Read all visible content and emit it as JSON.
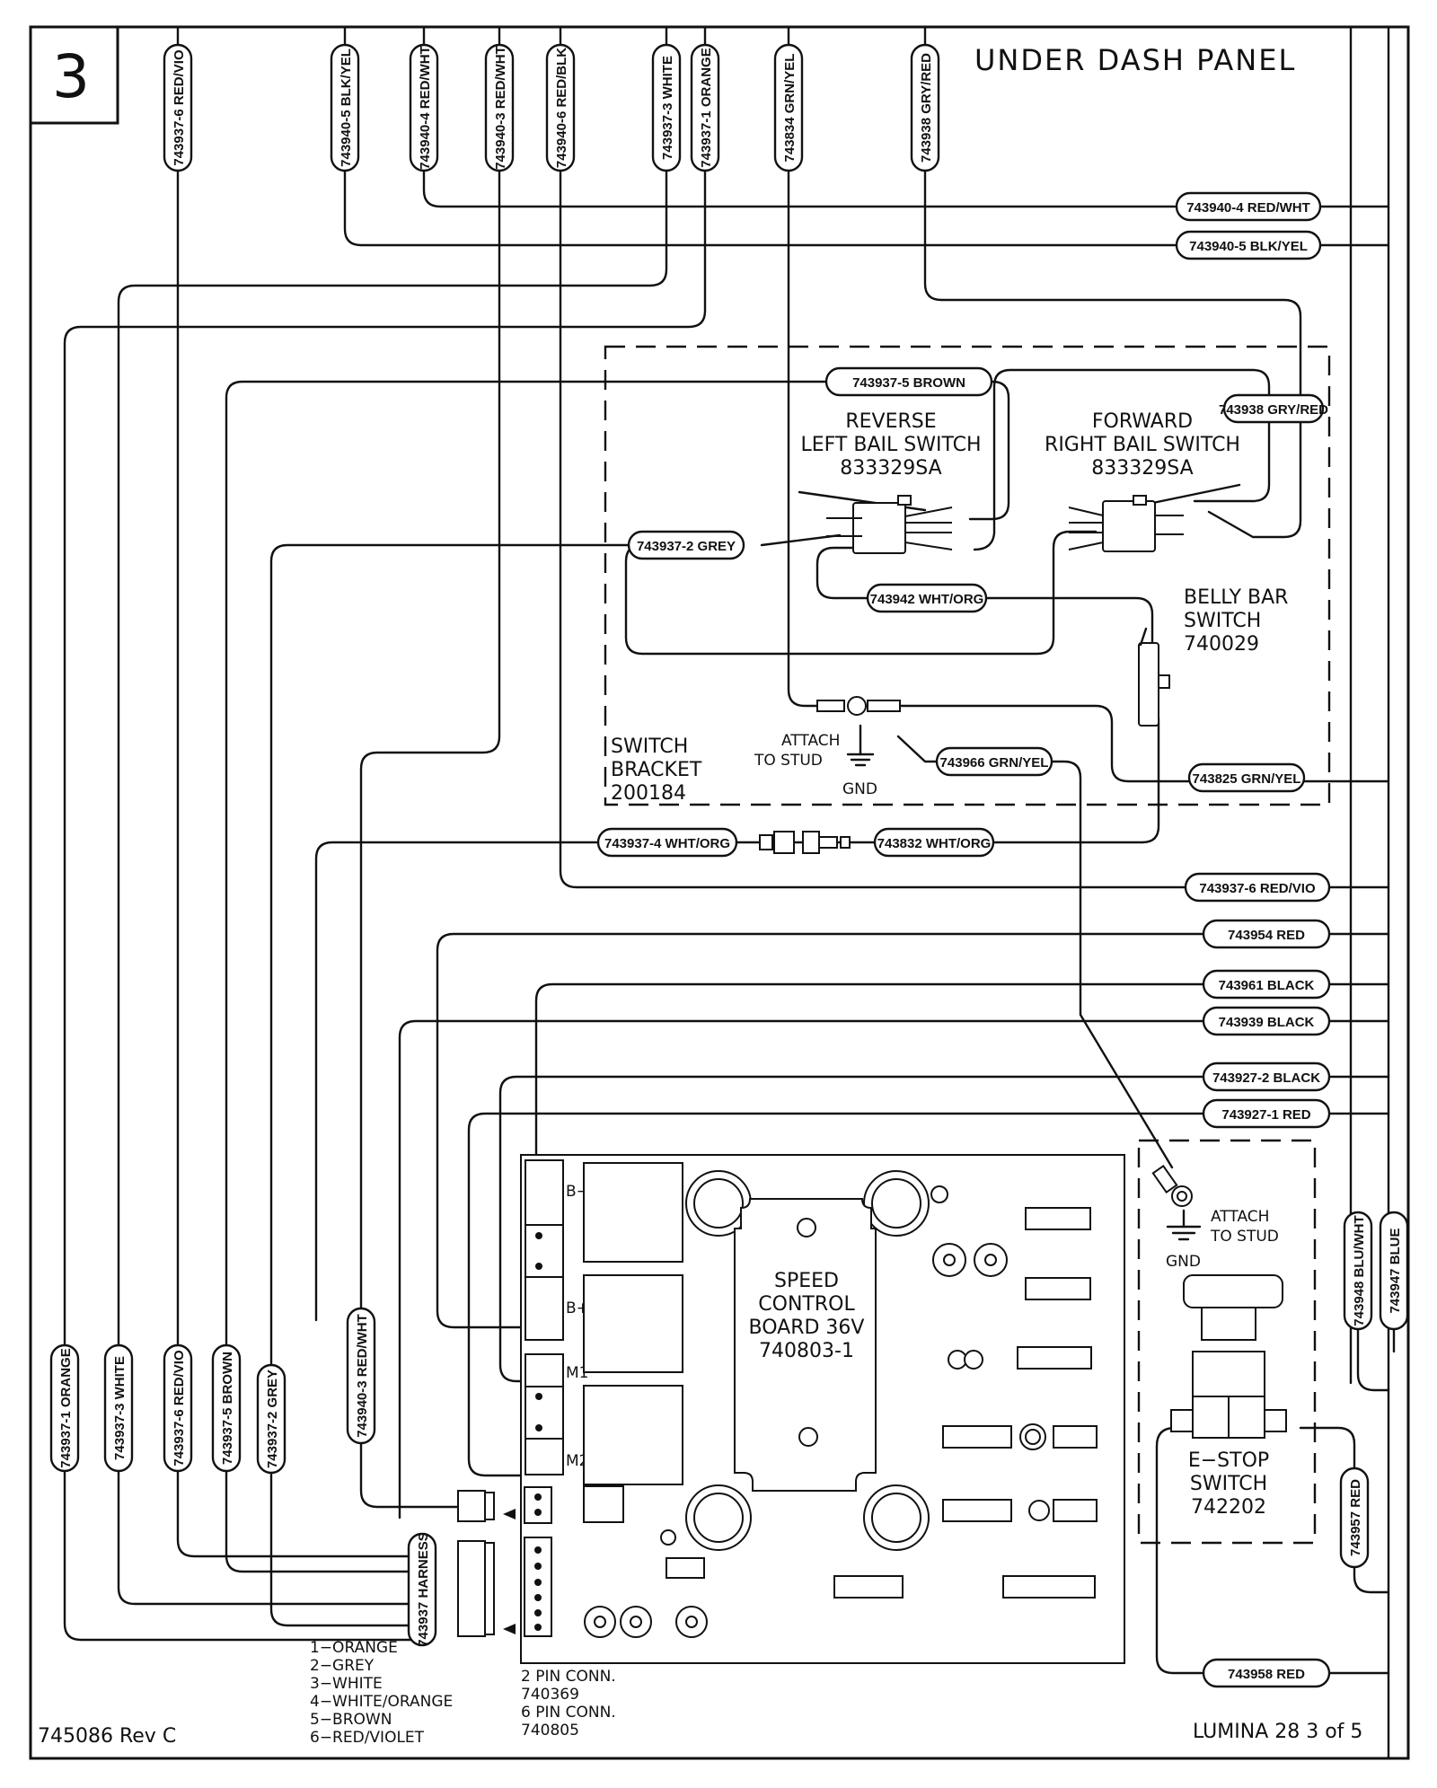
{
  "sheet": {
    "number": "3",
    "title": "UNDER DASH PANEL",
    "drawing_number": "745086 Rev C",
    "footer": "LUMINA 28 3 of 5"
  },
  "top_wires": [
    "743937-6 RED/VIO",
    "743940-5 BLK/YEL",
    "743940-4 RED/WHT",
    "743940-3 RED/WHT",
    "743940-6 RED/BLK",
    "743937-3 WHITE",
    "743937-1 ORANGE",
    "743834 GRN/YEL",
    "743938 GRY/RED"
  ],
  "right_wires": [
    "743940-4 RED/WHT",
    "743940-5 BLK/YEL",
    "743937-6 RED/VIO",
    "743954 RED",
    "743961 BLACK",
    "743939 BLACK",
    "743927-2 BLACK",
    "743927-1 RED",
    "743958 RED"
  ],
  "right_vertical_wires": [
    "743948 BLU/WHT",
    "743947 BLUE",
    "743957 RED"
  ],
  "bottom_wires": [
    "743937-1 ORANGE",
    "743937-3 WHITE",
    "743937-6 RED/VIO",
    "743937-5 BROWN",
    "743937-2 GREY",
    "743940-3 RED/WHT"
  ],
  "bracket_wires": {
    "brown": "743937-5 BROWN",
    "grey": "743937-2 GREY",
    "gry_red": "743938 GRY/RED",
    "wht_org": "743942 WHT/ORG",
    "grn_yel_gnd": "743966 GRN/YEL",
    "grn_yel_out": "743825 GRN/YEL",
    "harness_wht_org": "743937-4 WHT/ORG",
    "wht_org_2": "743832 WHT/ORG"
  },
  "components": {
    "reverse_switch": [
      "REVERSE",
      "LEFT BAIL SWITCH",
      "833329SA"
    ],
    "forward_switch": [
      "FORWARD",
      "RIGHT BAIL SWITCH",
      "833329SA"
    ],
    "belly_bar": [
      "BELLY BAR",
      "SWITCH",
      "740029"
    ],
    "bracket": [
      "SWITCH",
      "BRACKET",
      "200184"
    ],
    "attach_stud": [
      "ATTACH",
      "TO STUD"
    ],
    "gnd": "GND",
    "speed_board": [
      "SPEED",
      "CONTROL",
      "BOARD 36V",
      "740803-1"
    ],
    "terminals": [
      "B−",
      "B+",
      "M1",
      "M2"
    ],
    "estop": [
      "E−STOP",
      "SWITCH",
      "742202"
    ],
    "harness_tag": "743937 HARNESS"
  },
  "harness_legend": [
    "1−ORANGE",
    "2−GREY",
    "3−WHITE",
    "4−WHITE/ORANGE",
    "5−BROWN",
    "6−RED/VIOLET"
  ],
  "connector_notes": [
    "2 PIN CONN.",
    "740369",
    "6 PIN CONN.",
    "740805"
  ]
}
